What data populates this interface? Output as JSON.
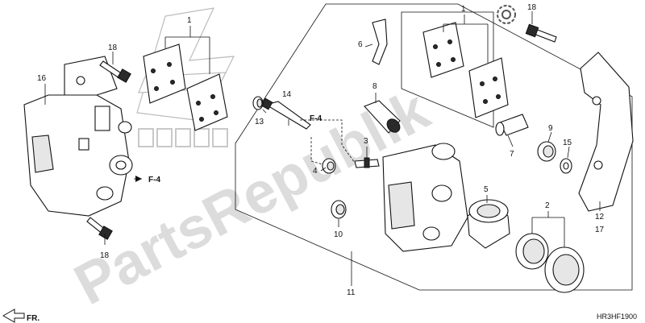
{
  "watermark": "PartsRepublik",
  "diagram_code": "HR3HF1900",
  "direction": {
    "label": "FR."
  },
  "callouts": {
    "c1a": "1",
    "c1b": "1",
    "c2": "2",
    "c3": "3",
    "c4": "4",
    "c5": "5",
    "c6": "6",
    "c7": "7",
    "c8": "8",
    "c9": "9",
    "c10": "10",
    "c11": "11",
    "c12": "12",
    "c13": "13",
    "c14": "14",
    "c15": "15",
    "c16": "16",
    "c17": "17",
    "c18a": "18",
    "c18b": "18",
    "c18c": "18"
  },
  "refs": {
    "f4a": "F-4",
    "f4b": "F-4"
  },
  "icons": {
    "settings": "gear-icon",
    "brand": "honda-wing-logo",
    "arrow": "front-arrow-icon"
  }
}
